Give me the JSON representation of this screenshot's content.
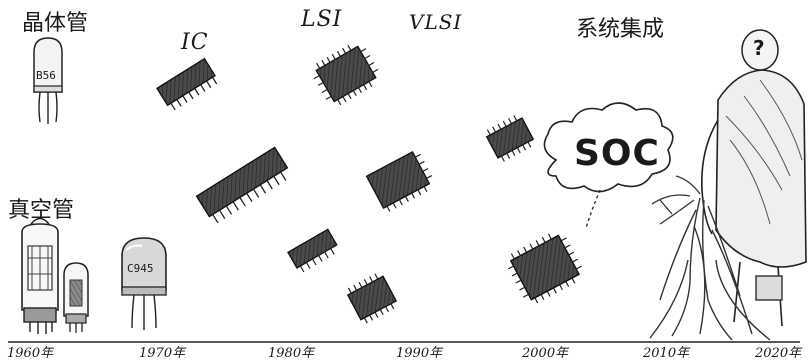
{
  "categories": {
    "transistor": "晶体管",
    "vacuum_tube": "真空管",
    "ic": "IC",
    "lsi": "LSI",
    "vlsi": "VLSI",
    "system_integration": "系统集成"
  },
  "component_markings": {
    "transistor_top": "B56",
    "transistor_bottom": "C945",
    "soc_cloud": "SOC",
    "figure_head": "?"
  },
  "timeline": {
    "years": [
      "1960年",
      "1970年",
      "1980年",
      "1990年",
      "2000年",
      "2010年",
      "2020年"
    ]
  }
}
